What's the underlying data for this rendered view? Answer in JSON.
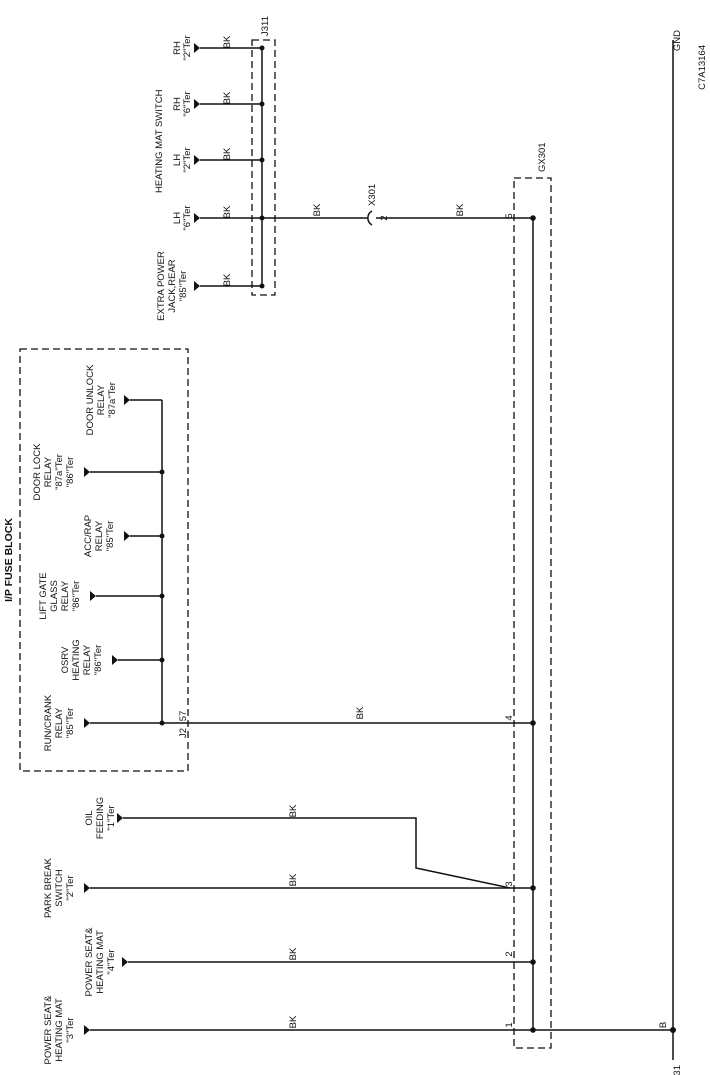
{
  "diagram": {
    "ground_label": "GND",
    "code": "C7A13164",
    "ground_point": "31",
    "ground_bus": "B",
    "wire_color": "BK",
    "splice_block": "GX301",
    "splice_pins": [
      "5",
      "4",
      "3",
      "2",
      "1"
    ],
    "connector": {
      "name": "X301",
      "pin": "2"
    },
    "j311": "J311",
    "heating_mat_switch": {
      "title": "HEATING MAT SWITCH",
      "terminals": [
        {
          "side": "RH",
          "ter": "\"2\"Ter"
        },
        {
          "side": "RH",
          "ter": "\"6\"Ter"
        },
        {
          "side": "LH",
          "ter": "\"2\"Ter"
        },
        {
          "side": "LH",
          "ter": "\"6\"Ter"
        }
      ]
    },
    "extra_power_jack": [
      "EXTRA POWER",
      "JACK,REAR",
      "\"85\"Ter"
    ],
    "fuse_block": {
      "title": "I/P FUSE BLOCK",
      "pin_j2": "J2",
      "pin_57": "57",
      "items": [
        {
          "lines": [
            "RUN/CRANK",
            "RELAY",
            "\"85\"Ter"
          ]
        },
        {
          "lines": [
            "OSRV",
            "HEATING",
            "RELAY",
            "\"86\"Ter"
          ]
        },
        {
          "lines": [
            "LIFT GATE",
            "GLASS",
            "RELAY",
            "\"86\"Ter"
          ]
        },
        {
          "lines": [
            "ACC/RAP",
            "RELAY",
            "\"85\"Ter"
          ]
        },
        {
          "lines": [
            "DOOR LOCK",
            "RELAY",
            "\"87a\"Ter",
            "\"86\"Ter"
          ]
        },
        {
          "lines": [
            "DOOR UNLOCK",
            "RELAY",
            "\"87a\"Ter"
          ]
        }
      ]
    },
    "bottom_devices": [
      {
        "lines": [
          "OIL",
          "FEEDING",
          "\"1\"Ter"
        ]
      },
      {
        "lines": [
          "PARK BREAK",
          "SWITCH",
          "\"2\"Ter"
        ]
      },
      {
        "lines": [
          "POWER SEAT&",
          "HEATING MAT",
          "\"4\"Ter"
        ]
      },
      {
        "lines": [
          "POWER SEAT&",
          "HEATING MAT",
          "\"3\"Ter"
        ]
      }
    ]
  }
}
